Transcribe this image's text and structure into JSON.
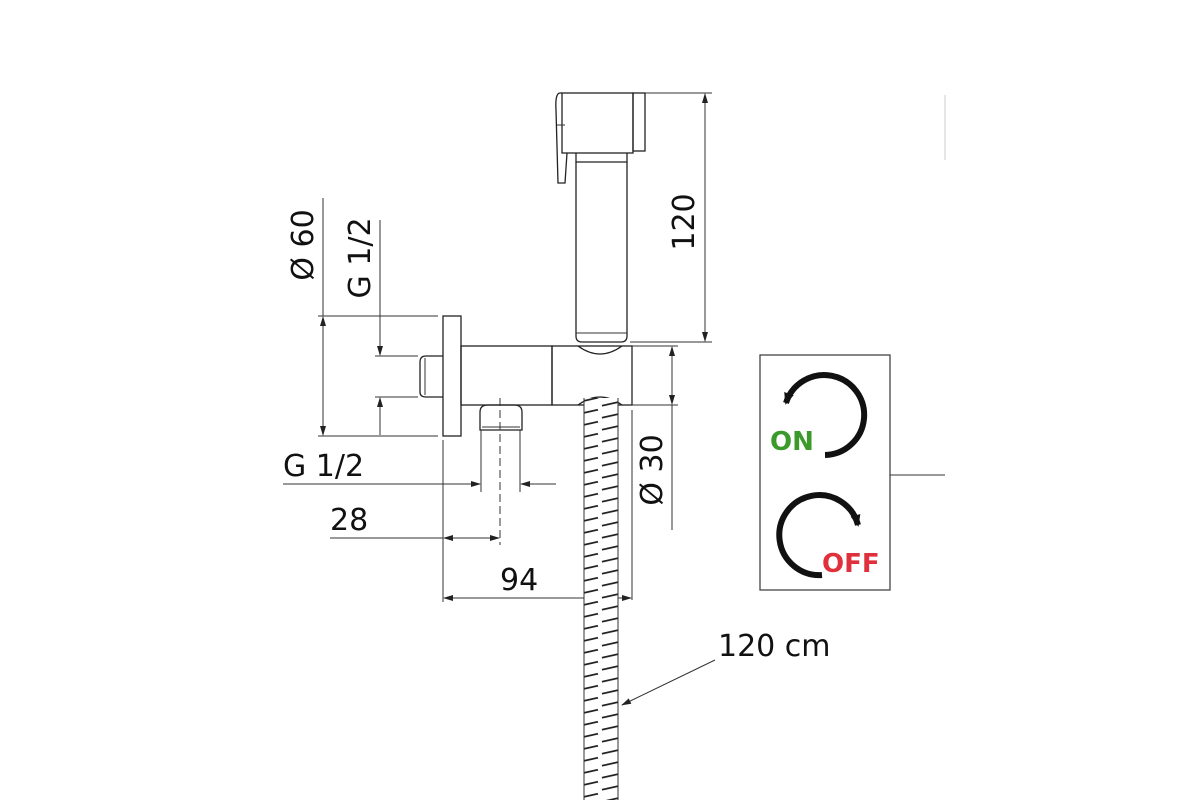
{
  "dimensions": {
    "flange_diameter": "Ø 60",
    "inlet_thread": "G 1/2",
    "outlet_thread": "G 1/2",
    "outlet_offset": "28",
    "total_depth": "94",
    "handshower_length": "120",
    "holder_diameter": "Ø 30",
    "hose_length": "120 cm"
  },
  "legend": {
    "on_label": "ON",
    "off_label": "OFF",
    "on_color": "#3a9a2a",
    "off_color": "#e0303c"
  }
}
